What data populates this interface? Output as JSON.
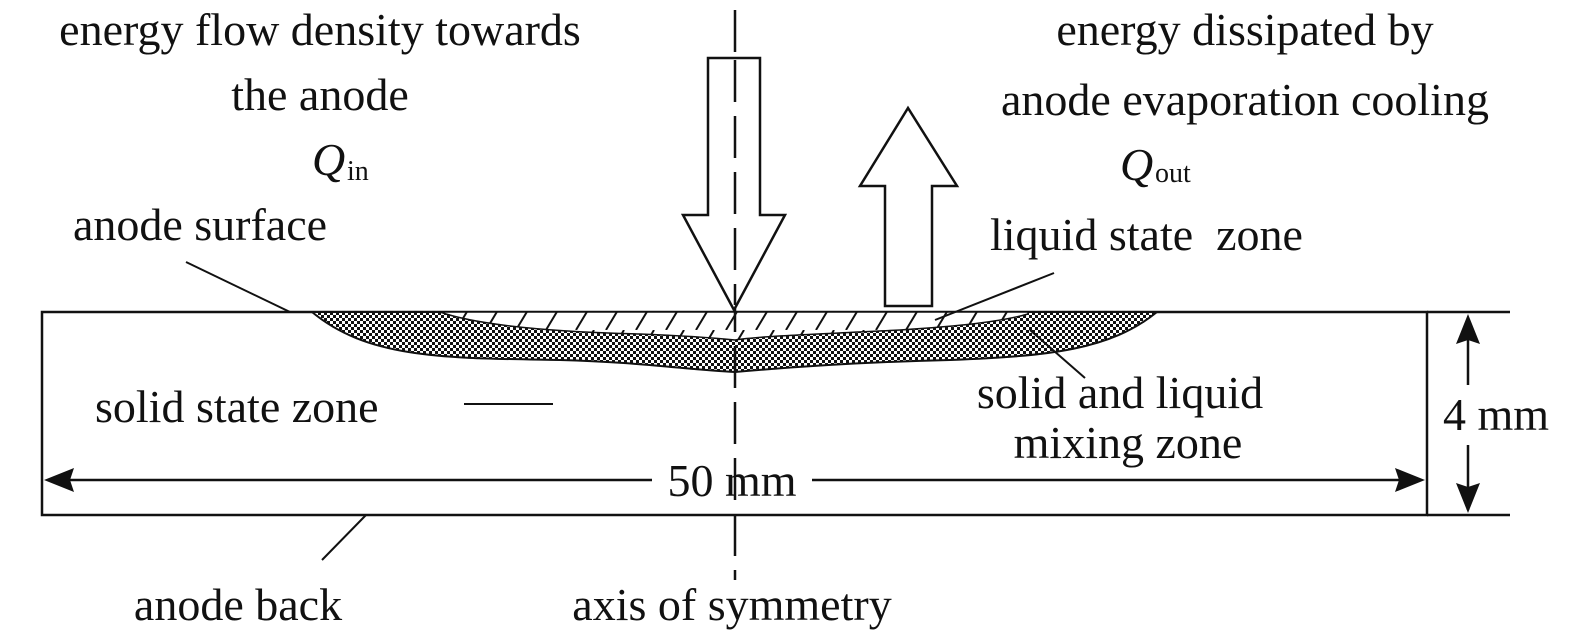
{
  "labels": {
    "qin_line1": "energy flow density towards",
    "qin_line2": "the anode",
    "qin_symbol": "Q",
    "qin_sub": "in",
    "qout_line1": "energy dissipated by",
    "qout_line2": "anode evaporation cooling",
    "qout_symbol": "Q",
    "qout_sub": "out",
    "anode_surface": "anode surface",
    "liquid_zone": "liquid state  zone",
    "solid_zone": "solid state zone",
    "mixing_line1": "solid and liquid",
    "mixing_line2": "mixing zone",
    "width_dim": "50 mm",
    "height_dim": "4 mm",
    "anode_back": "anode back",
    "axis": "axis of symmetry"
  }
}
